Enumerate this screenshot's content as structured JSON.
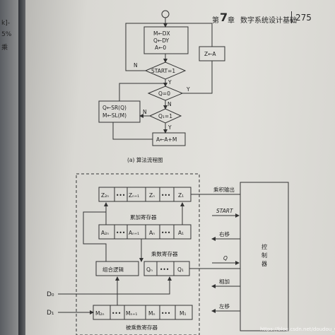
{
  "header": {
    "chapter_prefix": "第",
    "chapter_num": "7",
    "chapter_suffix": "章",
    "chapter_title": "数字系统设计基础",
    "page_number": "275"
  },
  "left_page": {
    "line1": "k]-",
    "line2": "5%",
    "line3": "乘"
  },
  "flowchart": {
    "init_box": [
      "M←DX",
      "Q←DY",
      "A←0"
    ],
    "start_decision": "START=1",
    "z_box": "Z←A",
    "q_zero_decision": "Q=0",
    "q1_decision": "Q₁=1",
    "shift_box": [
      "Q←SR(Q)",
      "M←SL(M)"
    ],
    "add_box": "A←A+M",
    "label_n1": "N",
    "label_y1": "Y",
    "label_n2": "N",
    "label_y2": "Y",
    "label_n3": "N",
    "label_y3": "Y",
    "caption": "(a)  算法流程图"
  },
  "datapath": {
    "z_register": [
      "Z₂ₙ",
      "•••",
      "Zₙ₊₁",
      "Zₙ",
      "•••",
      "Z₁"
    ],
    "acc_label": "累加寄存器",
    "a_register": [
      "A₂ₙ",
      "•••",
      "Aₙ₊₁",
      "Aₙ",
      "•••",
      "A₁"
    ],
    "mq_label": "乘数寄存器",
    "logic_label": "组合逻辑",
    "q_register": [
      "Qₙ",
      "•••",
      "Q₁"
    ],
    "d0": "D₀",
    "d1": "D₁",
    "m_register": [
      "M₂ₙ",
      "•••",
      "Mₙ₊₁",
      "Mₙ",
      "•••",
      "M₁"
    ],
    "mc_label": "被乘数寄存器"
  },
  "controller": {
    "signals": [
      "乘积输出",
      "START",
      "右移",
      "Q",
      "相加",
      "左移"
    ],
    "label": "控制器"
  },
  "watermark": "https://blog.csdn.net/doudou_wsx"
}
